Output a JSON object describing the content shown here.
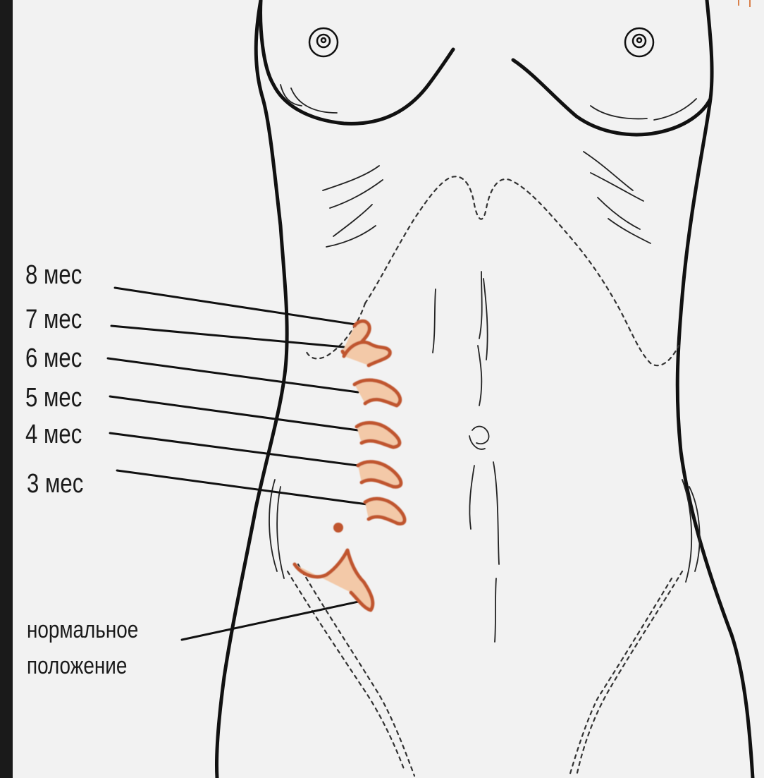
{
  "diagram": {
    "labels": [
      {
        "id": "m8",
        "text": "8 мес"
      },
      {
        "id": "m7",
        "text": "7 мес"
      },
      {
        "id": "m6",
        "text": "6 мес"
      },
      {
        "id": "m5",
        "text": "5 мес"
      },
      {
        "id": "m4",
        "text": "4 мес"
      },
      {
        "id": "m3",
        "text": "3 мес"
      }
    ],
    "normal_label_line1": "нормальное",
    "normal_label_line2": "положение",
    "colors": {
      "background": "#f2f2f2",
      "outline": "#111111",
      "appendix_stroke": "#c0542e",
      "appendix_fill": "#f3c9a8",
      "frame": "#1a1a1a"
    }
  }
}
